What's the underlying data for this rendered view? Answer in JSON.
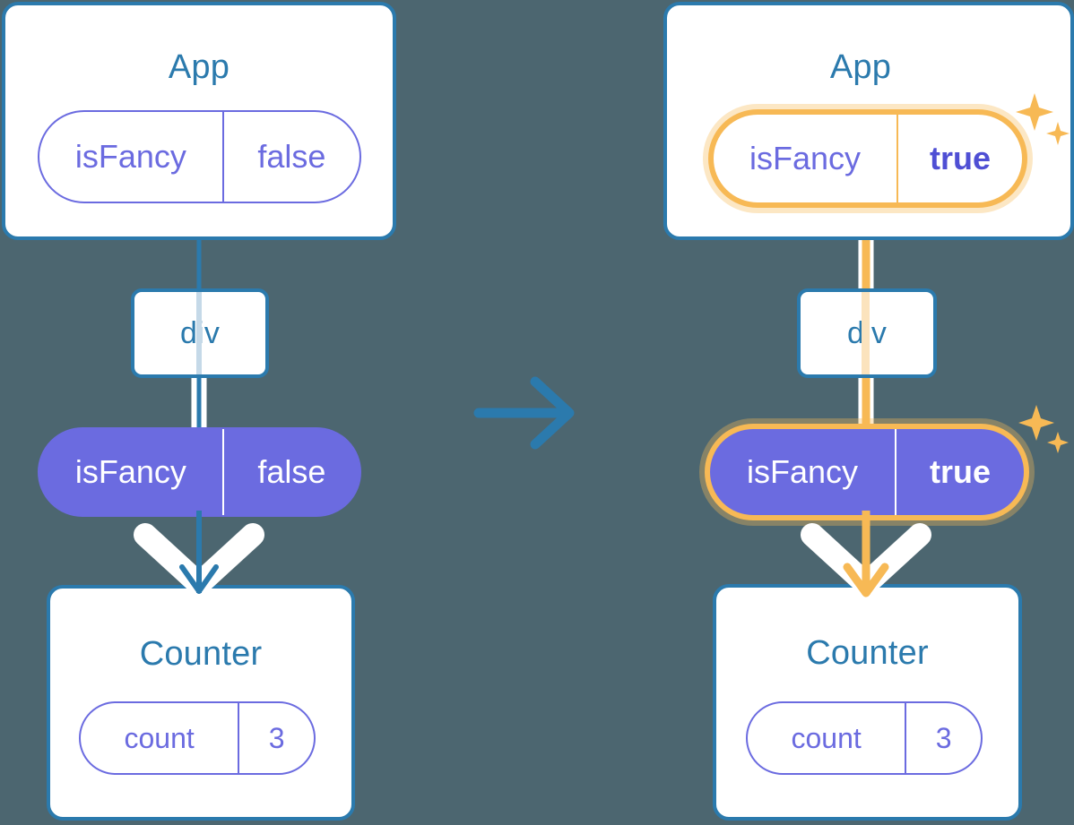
{
  "diagram": {
    "title": "React state propagation: isFancy false to true",
    "background_color": "#4c6670",
    "colors": {
      "box_border": "#2b7aad",
      "box_fill": "#ffffff",
      "pill_purple": "#6b6be0",
      "pill_text_purple": "#6b6be0",
      "highlight_orange": "#f7b955",
      "highlight_glow": "#fbdfb0",
      "wire_blue": "#2b7aad",
      "wire_blue_faded": "#c5d9e8",
      "wire_white": "#ffffff",
      "arrow_blue": "#2b7aad"
    },
    "transition_arrow": {
      "icon": "arrow-right-icon",
      "color": "#2b7aad",
      "direction": "right"
    },
    "panels": [
      {
        "id": "before",
        "state_value": "false",
        "highlighted": false,
        "app": {
          "title": "App",
          "state": {
            "key": "isFancy",
            "value": "false",
            "style": "outline"
          }
        },
        "div": {
          "title": "div"
        },
        "prop": {
          "key": "isFancy",
          "value": "false",
          "style": "filled"
        },
        "counter": {
          "title": "Counter",
          "state": {
            "key": "count",
            "value": "3",
            "style": "outline"
          }
        }
      },
      {
        "id": "after",
        "state_value": "true",
        "highlighted": true,
        "app": {
          "title": "App",
          "state": {
            "key": "isFancy",
            "value": "true",
            "style": "highlight-outline"
          }
        },
        "div": {
          "title": "div"
        },
        "prop": {
          "key": "isFancy",
          "value": "true",
          "style": "highlight-filled"
        },
        "counter": {
          "title": "Counter",
          "state": {
            "key": "count",
            "value": "3",
            "style": "outline"
          }
        }
      }
    ],
    "sparkle_groups": [
      {
        "name": "sparkle-app-after",
        "count": 2
      },
      {
        "name": "sparkle-prop-after",
        "count": 2
      }
    ]
  }
}
